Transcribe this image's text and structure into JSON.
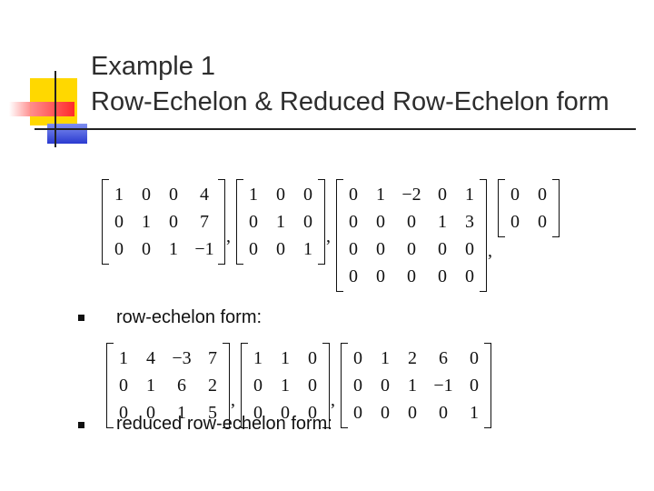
{
  "slide": {
    "title_line1": "Example 1",
    "title_line2": "Row-Echelon & Reduced Row-Echelon form",
    "bullets": [
      {
        "text": "row-echelon form:"
      },
      {
        "text": "reduced row-echelon form:"
      }
    ],
    "separator": ","
  },
  "matrix_groups": [
    {
      "matrices": [
        {
          "rows": [
            [
              "1",
              "0",
              "0",
              "4"
            ],
            [
              "0",
              "1",
              "0",
              "7"
            ],
            [
              "0",
              "0",
              "1",
              "−1"
            ]
          ]
        },
        {
          "rows": [
            [
              "1",
              "0",
              "0"
            ],
            [
              "0",
              "1",
              "0"
            ],
            [
              "0",
              "0",
              "1"
            ]
          ]
        },
        {
          "rows": [
            [
              "0",
              "1",
              "−2",
              "0",
              "1"
            ],
            [
              "0",
              "0",
              "0",
              "1",
              "3"
            ],
            [
              "0",
              "0",
              "0",
              "0",
              "0"
            ],
            [
              "0",
              "0",
              "0",
              "0",
              "0"
            ]
          ]
        },
        {
          "rows": [
            [
              "0",
              "0"
            ],
            [
              "0",
              "0"
            ]
          ]
        }
      ]
    },
    {
      "matrices": [
        {
          "rows": [
            [
              "1",
              "4",
              "−3",
              "7"
            ],
            [
              "0",
              "1",
              "6",
              "2"
            ],
            [
              "0",
              "0",
              "1",
              "5"
            ]
          ]
        },
        {
          "rows": [
            [
              "1",
              "1",
              "0"
            ],
            [
              "0",
              "1",
              "0"
            ],
            [
              "0",
              "0",
              "0"
            ]
          ]
        },
        {
          "rows": [
            [
              "0",
              "1",
              "2",
              "6",
              "0"
            ],
            [
              "0",
              "0",
              "1",
              "−1",
              "0"
            ],
            [
              "0",
              "0",
              "0",
              "0",
              "1"
            ]
          ]
        }
      ]
    }
  ],
  "colors": {
    "title": "#2d2d2d",
    "accent_yellow": "#ffd800",
    "accent_red": "#ff2a2a",
    "accent_blue": "#2a3ad0"
  }
}
